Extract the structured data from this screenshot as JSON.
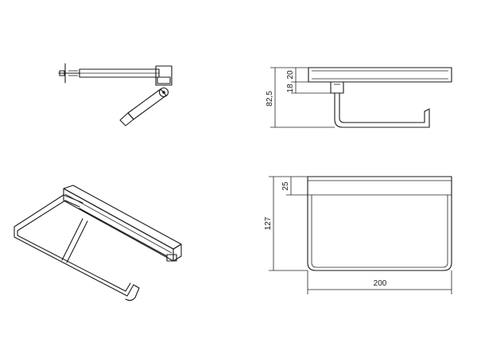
{
  "dimensions": {
    "d20": "20",
    "d18": "18",
    "d82_5": "82,5",
    "d25": "25",
    "d127": "127",
    "d200": "200"
  },
  "colors": {
    "line": "#1a1a1a",
    "background": "#ffffff"
  }
}
